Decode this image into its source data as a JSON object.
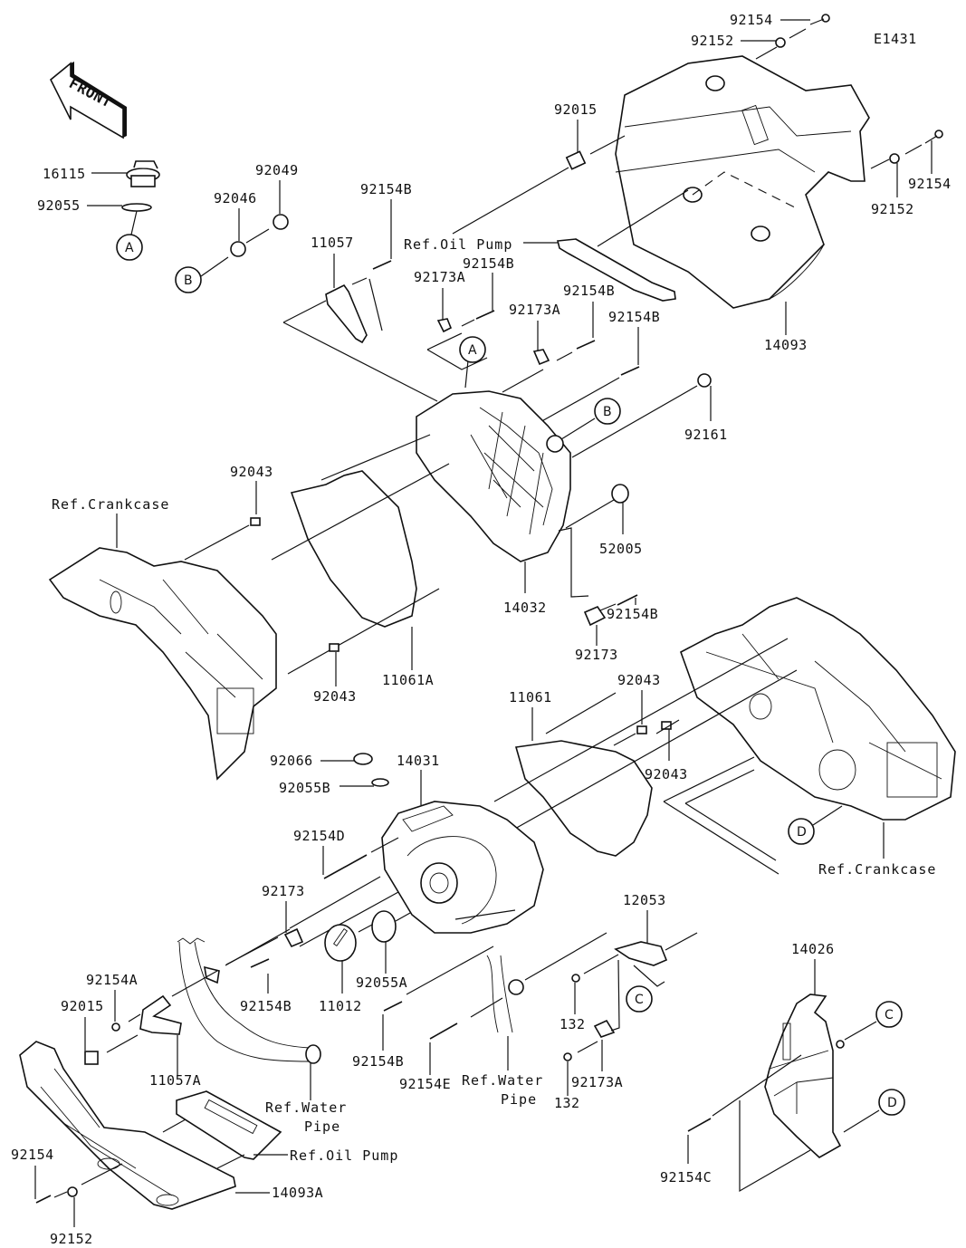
{
  "diagram": {
    "code": "E1431",
    "front_arrow": "FRONT",
    "labels": {
      "p16115": "16115",
      "p92055": "92055",
      "p92046": "92046",
      "p92049": "92049",
      "p11057": "11057",
      "p92154B_1": "92154B",
      "p92015_top": "92015",
      "ref_oil_pump_top": "Ref.Oil Pump",
      "p92154B_2": "92154B",
      "p92173A_1": "92173A",
      "p92173A_2": "92173A",
      "p92154B_3": "92154B",
      "p92154B_4": "92154B",
      "p92154_top": "92154",
      "p92152_top": "92152",
      "p92154_right": "92154",
      "p92152_right": "92152",
      "p14093": "14093",
      "p92161": "92161",
      "p92043_a": "92043",
      "ref_crankcase_left": "Ref.Crankcase",
      "p52005": "52005",
      "p14032": "14032",
      "p92154B_5": "92154B",
      "p92173": "92173",
      "p11061A": "11061A",
      "p92043_b": "92043",
      "p11061": "11061",
      "p92043_c": "92043",
      "p92043_d": "92043",
      "p92066": "92066",
      "p14031": "14031",
      "p92055B": "92055B",
      "p92154D": "92154D",
      "ref_crankcase_right": "Ref.Crankcase",
      "p92173_lower": "92173",
      "p12053": "12053",
      "p14026": "14026",
      "p92154A": "92154A",
      "p92015_bottom": "92015",
      "p92154B_6": "92154B",
      "p11012": "11012",
      "p92055A": "92055A",
      "p132_a": "132",
      "p132_b": "132",
      "p92173A_3": "92173A",
      "p92154B_7": "92154B",
      "p92154E": "92154E",
      "ref_water_pipe_center_1": "Ref.Water",
      "ref_water_pipe_center_2": "Pipe",
      "p11057A": "11057A",
      "ref_water_pipe_left_1": "Ref.Water",
      "ref_water_pipe_left_2": "Pipe",
      "ref_oil_pump_bottom": "Ref.Oil Pump",
      "p92154C": "92154C",
      "p92154_bottom": "92154",
      "p14093A": "14093A",
      "p92152_bottom": "92152"
    },
    "callouts": {
      "A_left": "A",
      "B_left": "B",
      "A_center": "A",
      "B_center": "B",
      "C_center": "C",
      "C_right": "C",
      "D_center": "D",
      "D_right": "D"
    }
  }
}
